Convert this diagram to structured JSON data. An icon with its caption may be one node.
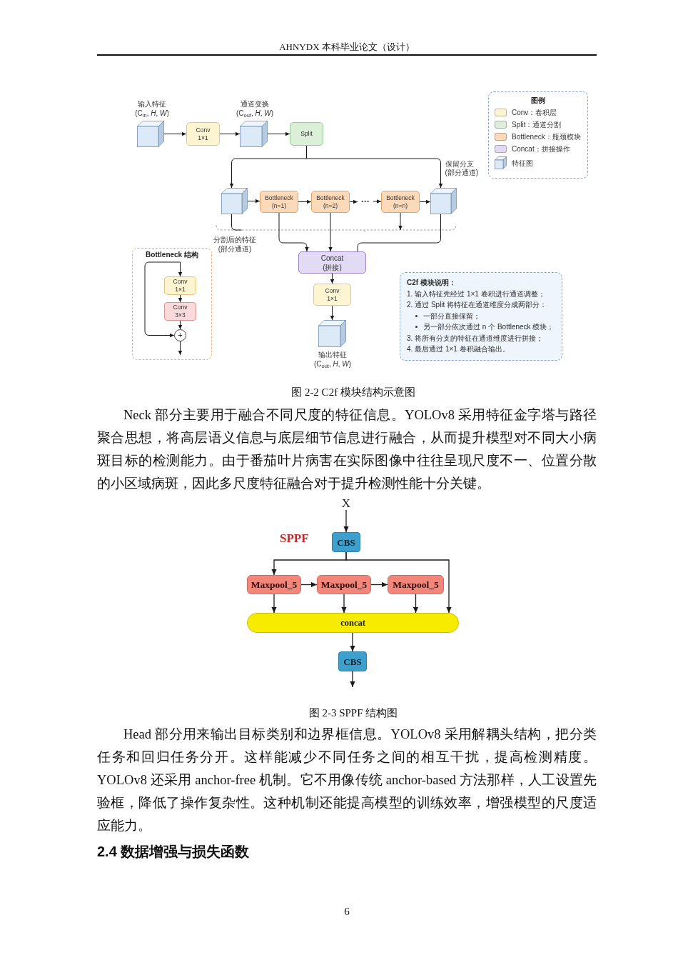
{
  "diagram": {
    "nodes": [
      {
        "text": [],
        "shape": "cube",
        "beside": [
          "输入特征 (C$_{in}$, *H*, *W*)"
        ]
      },
      {
        "text": [
          "Conv 1×1"
        ]
      },
      {
        "text": [],
        "shape": "cube",
        "beside": [
          "通道变换 (C$_{out}$, *H*, *W*)"
        ]
      },
      {
        "text": [
          "Split"
        ]
      },
      {
        "text": [],
        "shape": "cube",
        "beside": [
          "分割后的特征 (部分通道)"
        ]
      },
      {
        "text": [
          "Bottleneck (n=1)"
        ]
      },
      {
        "text": [
          "Bottleneck (n=2)"
        ]
      },
      {
        "text": [
          "···"
        ]
      },
      {
        "text": [
          "Bottleneck (n=n)"
        ]
      },
      {
        "text": [],
        "shape": "cube"
      },
      {
        "text": [
          "Concat (拼接)"
        ]
      },
      {
        "text": [
          "Conv 1×1"
        ]
      },
      {
        "text": [],
        "shape": "cube",
        "beside": [
          "输出特征 (C$_{out}$, *H*, *W*)"
        ]
      },
      {
        "text": [
          "Bottleneck 结构"
        ]
      },
      {
        "text": [
          "Conv 1×1"
        ],
        "in": 13
      },
      {
        "text": [
          "Conv 3×3"
        ],
        "in": 13
      },
      {
        "text": [
          "+"
        ],
        "in": 13
      },
      {
        "text": [
          "C2f 模块说明：",
          "1. 输入特征先经过 1×1 卷积进行通道调整；",
          "2. 通过 Split 将特征在通道维度分成两部分：",
          "一部分直接保留；",
          "另一部分依次通过 n 个 Bottleneck 模块；",
          "3. 将所有分支的特征在通道维度进行拼接；",
          "4. 最后通过 1×1 卷积融合输出。"
        ]
      },
      {
        "text": [
          "X"
        ]
      },
      {
        "text": [
          "CBS"
        ]
      },
      {
        "text": [
          "Maxpool_5"
        ]
      },
      {
        "text": [
          "Maxpool_5"
        ]
      },
      {
        "text": [
          "Maxpool_5"
        ]
      },
      {
        "text": [
          "concat"
        ]
      },
      {
        "text": [
          "CBS"
        ]
      }
    ],
    "edges": [
      {
        "from": 0,
        "to": 1,
        "arrow": "to"
      },
      {
        "from": 1,
        "to": 2,
        "arrow": "to"
      },
      {
        "from": 2,
        "to": 3,
        "arrow": "to"
      },
      {
        "from": 3,
        "to": 4,
        "arrow": "to"
      },
      {
        "from": 3,
        "to": 9,
        "arrow": "to",
        "label": "保留分支 (部分通道)"
      },
      {
        "from": 4,
        "to": 5,
        "arrow": "to"
      },
      {
        "from": 5,
        "to": 6,
        "arrow": "to"
      },
      {
        "from": 6,
        "to": 7,
        "arrow": "to"
      },
      {
        "from": 7,
        "to": 8,
        "arrow": "to"
      },
      {
        "from": 8,
        "to": 9,
        "arrow": "to"
      },
      {
        "from": 4,
        "to": null,
        "arrow": "none"
      },
      {
        "from": 5,
        "to": 10,
        "arrow": "to"
      },
      {
        "from": 6,
        "to": 10,
        "arrow": "to"
      },
      {
        "from": 8,
        "to": null,
        "arrow": "to"
      },
      {
        "from": 9,
        "to": 10,
        "arrow": "none"
      },
      {
        "from": 10,
        "to": 11,
        "arrow": "to"
      },
      {
        "from": 11,
        "to": 12,
        "arrow": "to"
      },
      {
        "from": null,
        "to": 14,
        "arrow": "to"
      },
      {
        "from": null,
        "to": 16,
        "arrow": "to"
      },
      {
        "from": 14,
        "to": 15,
        "arrow": "to"
      },
      {
        "from": 15,
        "to": 16,
        "arrow": "to"
      },
      {
        "from": 16,
        "to": null,
        "arrow": "to"
      },
      {
        "from": 18,
        "to": 19,
        "arrow": "to"
      },
      {
        "from": 19,
        "to": 20,
        "arrow": "to"
      },
      {
        "from": 19,
        "to": 23,
        "arrow": "to"
      },
      {
        "from": 20,
        "to": 21,
        "arrow": "to"
      },
      {
        "from": 21,
        "to": 22,
        "arrow": "to"
      },
      {
        "from": 20,
        "to": 23,
        "arrow": "to"
      },
      {
        "from": 21,
        "to": 23,
        "arrow": "to"
      },
      {
        "from": 22,
        "to": 23,
        "arrow": "to"
      },
      {
        "from": 23,
        "to": 24,
        "arrow": "to"
      },
      {
        "from": 24,
        "to": null,
        "arrow": "to"
      }
    ],
    "labels": [
      "AHNYDX 本科毕业论文（设计）",
      "图例",
      "图 2-2 C2f 模块结构示意图",
      "Neck 部分主要用于融合不同尺度的特征信息。YOLOv8 采用特征金字塔与路径聚合思想，将高层语义信息与底层细节信息进行融合，从而提升模型对不同大小病斑目标的检测能力。由于番茄叶片病害在实际图像中往往呈现尺度不一、位置分散的小区域病斑，因此多尺度特征融合对于提升检测性能十分关键。",
      "SPPF",
      "图 2-3 SPPF 结构图",
      "Head 部分用来输出目标类别和边界框信息。YOLOv8 采用解耦头结构，把分类任务和回归任务分开。这样能减少不同任务之间的相互干扰，提高检测精度。YOLOv8 还采用 anchor-free 机制。它不用像传统 anchor-based 方法那样，人工设置先验框，降低了操作复杂性。这种机制还能提高模型的训练效率，增强模型的尺度适应能力。",
      "2.4 数据增强与损失函数",
      "6"
    ],
    "legend": [
      {
        "text": "Conv：卷积层",
        "color": "#fdf5d2"
      },
      {
        "text": "Split：通道分割",
        "color": "#dcefd8"
      },
      {
        "text": "Bottleneck：瓶颈模块",
        "color": "#fcd9b8"
      },
      {
        "text": "Concat：拼接操作",
        "color": "#e3daf4"
      },
      {
        "text": "特征图"
      }
    ]
  }
}
